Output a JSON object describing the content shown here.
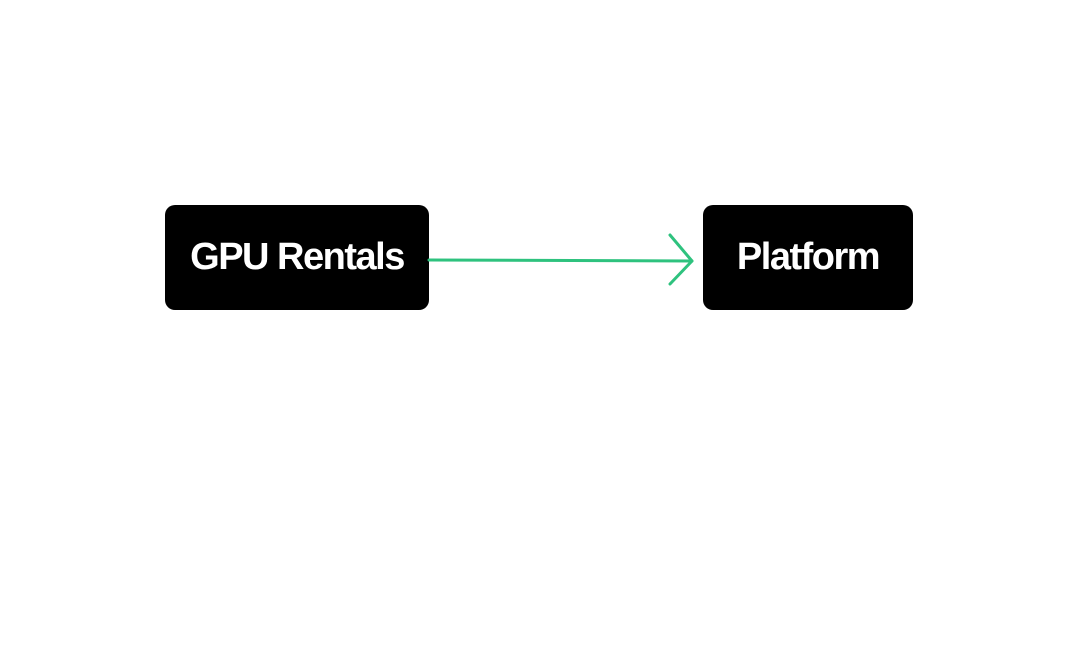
{
  "diagram": {
    "nodes": [
      {
        "id": "gpu-rentals",
        "label": "GPU Rentals"
      },
      {
        "id": "platform",
        "label": "Platform"
      }
    ],
    "edges": [
      {
        "from": "gpu-rentals",
        "to": "platform",
        "color": "#2ec27e"
      }
    ]
  }
}
